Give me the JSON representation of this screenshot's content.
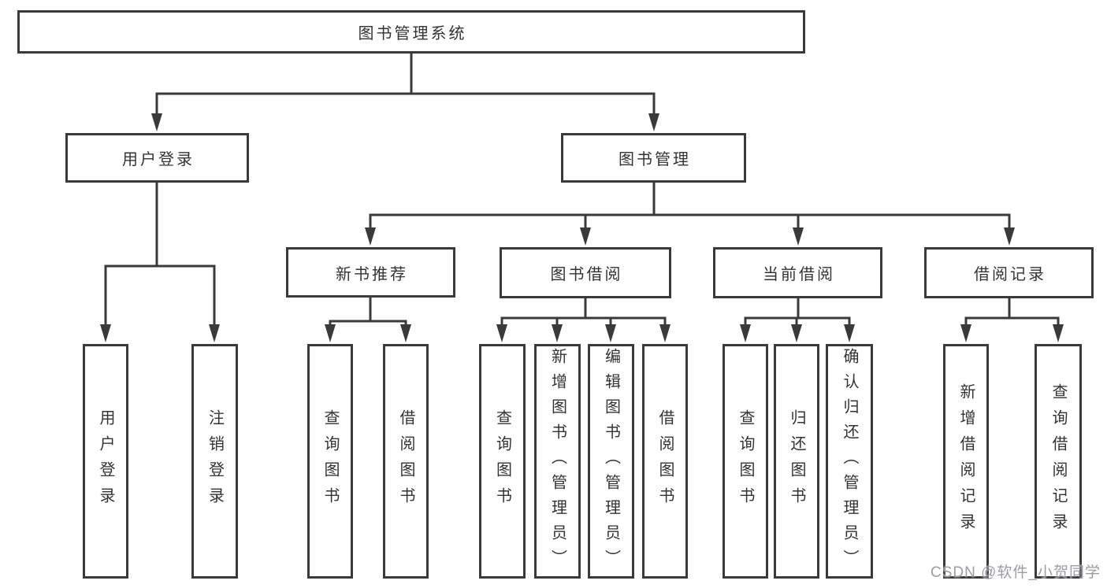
{
  "diagram": {
    "title": "图书管理系统",
    "nodes": {
      "root": "图书管理系统",
      "user_login_group": "用户登录",
      "book_mgmt": "图书管理",
      "new_book_rec": "新书推荐",
      "book_borrow": "图书借阅",
      "current_borrow": "当前借阅",
      "borrow_records": "借阅记录",
      "user_login": "用户登录",
      "logout": "注销登录",
      "nb_query_book": "查询图书",
      "nb_borrow_book": "借阅图书",
      "bb_query_book": "查询图书",
      "bb_add_book": "新增图书（管理员）",
      "bb_edit_book": "编辑图书（管理员）",
      "bb_borrow_book": "借阅图书",
      "cb_query_book": "查询图书",
      "cb_return_book": "归还图书",
      "cb_confirm_return": "确认归还（管理员）",
      "br_add_record": "新增借阅记录",
      "br_query_record": "查询借阅记录"
    }
  },
  "watermark": "CSDN @软件_小贺同学",
  "colors": {
    "line": "#3a3a3a",
    "text": "#333333",
    "watermark": "#94949c",
    "background": "#ffffff"
  }
}
